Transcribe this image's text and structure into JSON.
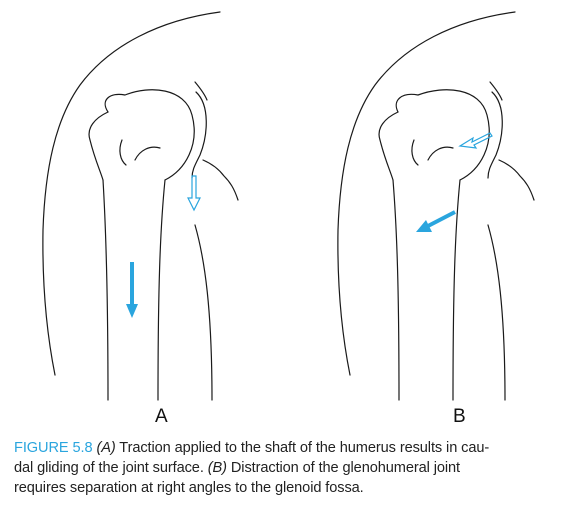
{
  "panels": {
    "a_label": "A",
    "b_label": "B"
  },
  "caption": {
    "figure_number": "FIGURE 5.8",
    "line1_a": "(A)",
    "line1_rest": " Traction applied to the shaft of the humerus results in cau-",
    "line2_rest": "dal gliding of the joint surface. ",
    "line2_b": "(B)",
    "line2_tail": " Distraction of the glenohumeral joint",
    "line3": "requires separation at right angles to the glenoid fossa."
  },
  "colors": {
    "arrow": "#2aa5de",
    "outline": "#1a1a1a"
  }
}
